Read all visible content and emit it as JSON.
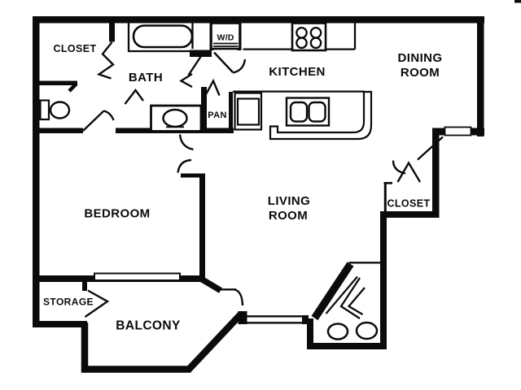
{
  "plan": {
    "type": "apartment-floor-plan",
    "colors": {
      "wall": "#000000",
      "background": "#ffffff"
    },
    "rooms": {
      "bedroom_closet": "CLOSET",
      "bath": "BATH",
      "washer_dryer": "W/D",
      "kitchen": "KITCHEN",
      "dining_line1": "DINING",
      "dining_line2": "ROOM",
      "pantry": "PAN",
      "bedroom": "BEDROOM",
      "living_line1": "LIVING",
      "living_line2": "ROOM",
      "entry_closet": "CLOSET",
      "storage": "STORAGE",
      "balcony": "BALCONY"
    },
    "fixtures": [
      "bathtub",
      "toilet",
      "vanity-sink",
      "washer-dryer-unit",
      "stove",
      "refrigerator",
      "kitchen-island",
      "double-sink",
      "fireplace",
      "sliding-glass-door",
      "entry-door",
      "balcony-railing"
    ]
  }
}
